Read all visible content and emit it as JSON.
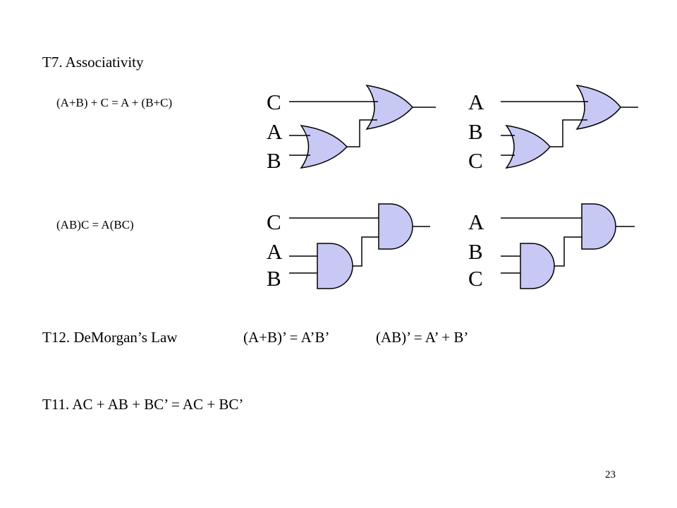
{
  "slide": {
    "t7_title": "T7. Associativity",
    "or_equation": "(A+B) + C = A + (B+C)",
    "and_equation": "(AB)C = A(BC)",
    "t12_label": "T12. DeMorgan’s Law",
    "t12_eq1": "(A+B)’ = A’B’",
    "t12_eq2": "(AB)’ = A’ + B’",
    "t11_text": "T11. AC + AB + BC’ = AC + BC’",
    "page_number": "23"
  },
  "circuits": {
    "or_left": {
      "gate": "OR",
      "labels": [
        "C",
        "A",
        "B"
      ]
    },
    "or_right": {
      "gate": "OR",
      "labels": [
        "A",
        "B",
        "C"
      ]
    },
    "and_left": {
      "gate": "AND",
      "labels": [
        "C",
        "A",
        "B"
      ]
    },
    "and_right": {
      "gate": "AND",
      "labels": [
        "A",
        "B",
        "C"
      ]
    }
  },
  "colors": {
    "gate_fill": "#c8c8f4",
    "stroke": "#000000",
    "background": "#ffffff"
  }
}
